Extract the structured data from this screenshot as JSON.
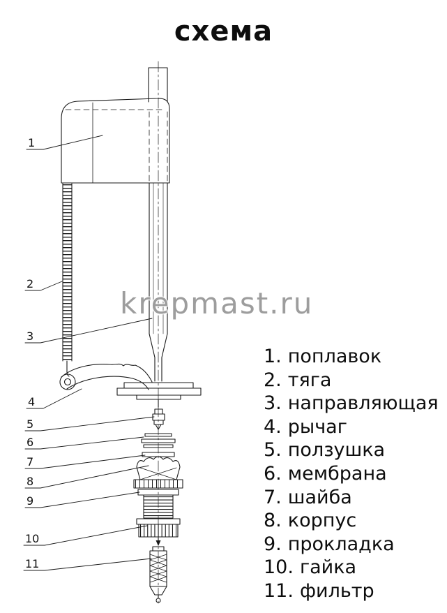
{
  "title": "схема",
  "watermark": "krepmast.ru",
  "colors": {
    "ink": "#1a1a1a",
    "watermark": "#9d9d9d",
    "background": "#ffffff"
  },
  "callouts": [
    "1",
    "2",
    "3",
    "4",
    "5",
    "6",
    "7",
    "8",
    "9",
    "10",
    "11"
  ],
  "legend": {
    "items": [
      {
        "number": "1.",
        "label": "поплавок"
      },
      {
        "number": "2.",
        "label": "тяга"
      },
      {
        "number": "3.",
        "label": "направляющая"
      },
      {
        "number": "4.",
        "label": "рычаг"
      },
      {
        "number": "5.",
        "label": "ползушка"
      },
      {
        "number": "6.",
        "label": "мембрана"
      },
      {
        "number": "7.",
        "label": "шайба"
      },
      {
        "number": "8.",
        "label": "корпус"
      },
      {
        "number": "9.",
        "label": "прокладка"
      },
      {
        "number": "10.",
        "label": "гайка"
      },
      {
        "number": "11.",
        "label": "фильтр"
      }
    ]
  }
}
